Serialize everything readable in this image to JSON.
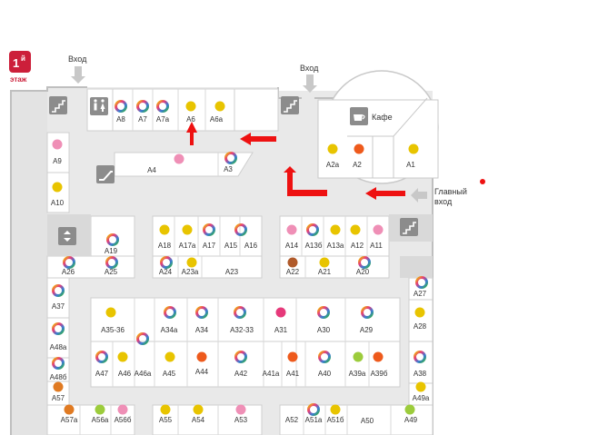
{
  "floor": {
    "number": "1",
    "suffix": "й",
    "label": "этаж"
  },
  "colors": {
    "yellow": "#e8c400",
    "pink": "#ef8fb6",
    "magenta": "#e6397a",
    "orange": "#ee5a1c",
    "brown": "#b05a2a",
    "green": "#9ccc3c",
    "darkorange": "#e07a22",
    "arrow": "#ee1111",
    "floor_badge": "#cc1f3a"
  },
  "labels": {
    "entrance_1": "Вход",
    "entrance_2": "Вход",
    "main_entrance_1": "Главный",
    "main_entrance_2": "вход",
    "cafe": "Кафе"
  },
  "icons": {
    "stairs": "stairs-icon",
    "escalator": "escalator-icon",
    "elevator": "elevator-icon",
    "toilets": "toilets-icon",
    "cafe": "coffee-cup-icon",
    "entrance": "entrance-arrow-icon"
  },
  "shops": [
    {
      "id": "A8",
      "color": "wheel"
    },
    {
      "id": "A7",
      "color": "wheel"
    },
    {
      "id": "A7a",
      "color": "wheel"
    },
    {
      "id": "A6",
      "color": "yellow"
    },
    {
      "id": "A6a",
      "color": "yellow"
    },
    {
      "id": "A9",
      "color": "pink"
    },
    {
      "id": "A10",
      "color": "yellow"
    },
    {
      "id": "A4",
      "color": "pink"
    },
    {
      "id": "A3",
      "color": "wheel"
    },
    {
      "id": "A2a",
      "color": "yellow"
    },
    {
      "id": "A2",
      "color": "orange"
    },
    {
      "id": "A1",
      "color": "yellow"
    },
    {
      "id": "A19",
      "color": "wheel"
    },
    {
      "id": "A18",
      "color": "yellow"
    },
    {
      "id": "A17a",
      "color": "yellow"
    },
    {
      "id": "A17",
      "color": "wheel"
    },
    {
      "id": "A15",
      "color": "wheel"
    },
    {
      "id": "A16",
      "color": "none"
    },
    {
      "id": "A14",
      "color": "pink"
    },
    {
      "id": "A13б",
      "color": "wheel"
    },
    {
      "id": "A13a",
      "color": "yellow"
    },
    {
      "id": "A12",
      "color": "yellow"
    },
    {
      "id": "A11",
      "color": "pink"
    },
    {
      "id": "A26",
      "color": "wheel"
    },
    {
      "id": "A25",
      "color": "wheel"
    },
    {
      "id": "A24",
      "color": "wheel"
    },
    {
      "id": "A23a",
      "color": "yellow"
    },
    {
      "id": "A23",
      "color": "none"
    },
    {
      "id": "A22",
      "color": "brown"
    },
    {
      "id": "A21",
      "color": "yellow"
    },
    {
      "id": "A20",
      "color": "wheel"
    },
    {
      "id": "A27",
      "color": "wheel"
    },
    {
      "id": "A37",
      "color": "wheel"
    },
    {
      "id": "A35-36",
      "color": "yellow"
    },
    {
      "id": "A34a",
      "color": "wheel"
    },
    {
      "id": "A34",
      "color": "wheel"
    },
    {
      "id": "A32-33",
      "color": "wheel"
    },
    {
      "id": "A31",
      "color": "magenta"
    },
    {
      "id": "A30",
      "color": "wheel"
    },
    {
      "id": "A29",
      "color": "wheel"
    },
    {
      "id": "A28",
      "color": "yellow"
    },
    {
      "id": "A48a",
      "color": "wheel"
    },
    {
      "id": "A46a",
      "color": "wheel"
    },
    {
      "id": "A48б",
      "color": "wheel"
    },
    {
      "id": "A47",
      "color": "wheel"
    },
    {
      "id": "A46",
      "color": "yellow"
    },
    {
      "id": "A45",
      "color": "yellow"
    },
    {
      "id": "A44",
      "color": "orange"
    },
    {
      "id": "A42",
      "color": "wheel"
    },
    {
      "id": "A41a",
      "color": "none"
    },
    {
      "id": "A41",
      "color": "orange"
    },
    {
      "id": "A40",
      "color": "wheel"
    },
    {
      "id": "A39a",
      "color": "green"
    },
    {
      "id": "A39б",
      "color": "orange"
    },
    {
      "id": "A38",
      "color": "wheel"
    },
    {
      "id": "A57",
      "color": "darkorange"
    },
    {
      "id": "A49a",
      "color": "yellow"
    },
    {
      "id": "A57a",
      "color": "darkorange"
    },
    {
      "id": "A56a",
      "color": "green"
    },
    {
      "id": "A56б",
      "color": "pink"
    },
    {
      "id": "A55",
      "color": "yellow"
    },
    {
      "id": "A54",
      "color": "yellow"
    },
    {
      "id": "A53",
      "color": "pink"
    },
    {
      "id": "A52",
      "color": "none"
    },
    {
      "id": "A51a",
      "color": "wheel"
    },
    {
      "id": "A51б",
      "color": "yellow"
    },
    {
      "id": "A50",
      "color": "none"
    },
    {
      "id": "A49",
      "color": "green"
    }
  ]
}
